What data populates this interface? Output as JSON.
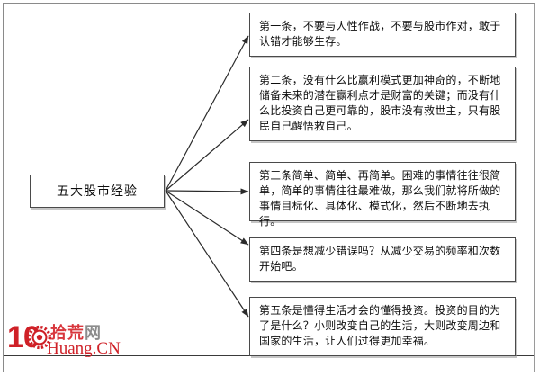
{
  "diagram": {
    "type": "mind-map",
    "central_node": {
      "label": "五大股市经验"
    },
    "branches": [
      {
        "id": "leaf-1",
        "label": "第一条，不要与人性作战，不要与股市作对，敢于认错才能够生存。"
      },
      {
        "id": "leaf-2",
        "label": "第二条，没有什么比赢利模式更加神奇的，不断地储备未来的潜在赢利点才是财富的关键；而没有什么比投资自己更可靠的，股市没有救世主，只有股民自己醒悟救自己。"
      },
      {
        "id": "leaf-3",
        "label": "第三条简单、简单、再简单。困难的事情往往很简单，简单的事情往往最难做，那么我们就将所做的事情目标化、具体化、模式化，然后不断地去执行。"
      },
      {
        "id": "leaf-4",
        "label": "第四条是想减少错误吗？从减少交易的频率和次数开始吧。"
      },
      {
        "id": "leaf-5",
        "label": "第五条是懂得生活才会的懂得投资。投资的目的为了是什么？小则改变自己的生活，大则改变周边和国家的生活，让人们过得更加幸福。"
      }
    ]
  },
  "watermark": {
    "number": "10",
    "site_cn": "拾荒",
    "site_cn_suffix": "网",
    "site_en": "Huang.CN",
    "colors": {
      "red": "#cf2027",
      "gray": "#8c8c8c"
    }
  },
  "colors": {
    "box_border": "#4a4a4a",
    "text": "#0d0d0d",
    "frame": "#8a8a8a",
    "connector": "#2b2b2b"
  }
}
